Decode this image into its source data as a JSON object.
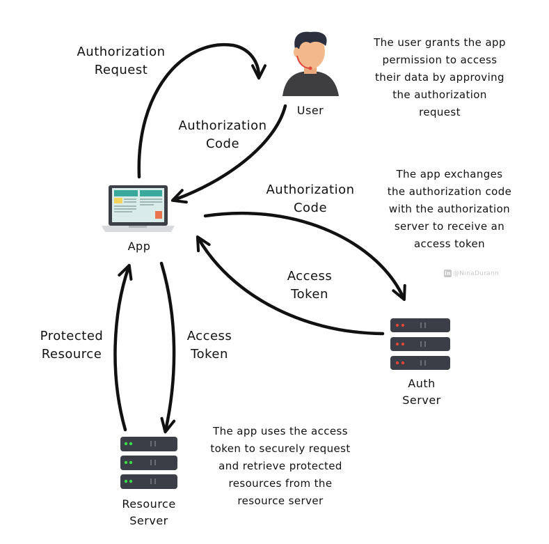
{
  "nodes": {
    "user": "User",
    "app": "App",
    "auth_server": "Auth\nServer",
    "resource_server": "Resource\nServer"
  },
  "arrows": {
    "authorization_request": "Authorization\nRequest",
    "authorization_code_user": "Authorization\nCode",
    "authorization_code_auth": "Authorization\nCode",
    "access_token_auth": "Access\nToken",
    "protected_resource": "Protected\nResource",
    "access_token_resource": "Access\nToken"
  },
  "notes": {
    "user_note": "The user grants the app\npermission to access\ntheir data by approving\nthe authorization\nrequest",
    "auth_note": "The app exchanges\nthe authorization code\nwith the authorization\nserver to receive an\naccess token",
    "resource_note": "The app uses the access\ntoken to securely request\nand retrieve protected\nresources from the\nresource server"
  },
  "watermark": "@NinaDurann",
  "colors": {
    "server_body": "#3b3e47",
    "server_led": "#3bdc4a",
    "arrow": "#111111",
    "hair": "#2b2f3e",
    "skin": "#f1b98c",
    "shirt": "#3e3e40",
    "headset": "#e0463a"
  }
}
